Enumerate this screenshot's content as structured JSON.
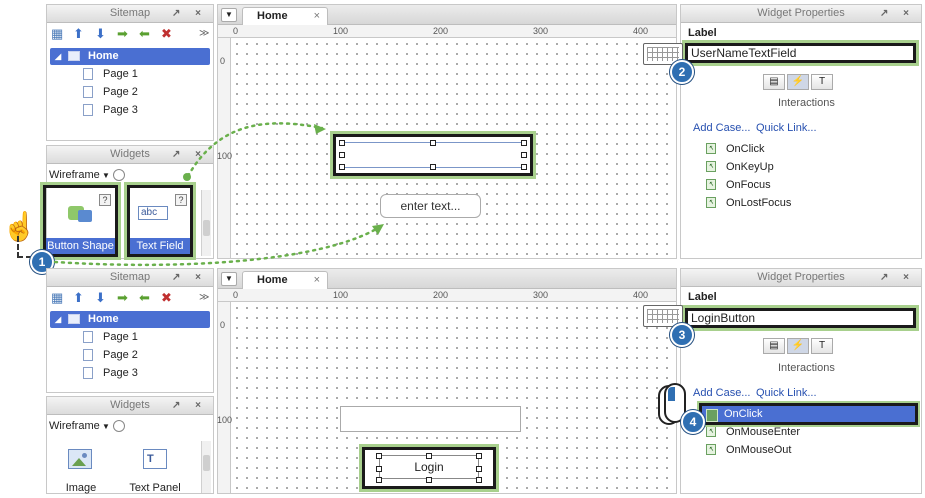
{
  "top": {
    "sitemap": {
      "title": "Sitemap",
      "home": "Home",
      "pages": [
        "Page 1",
        "Page 2",
        "Page 3"
      ]
    },
    "widgets": {
      "title": "Widgets",
      "library": "Wireframe",
      "items": [
        {
          "label": "Button Shape",
          "icon": "button-shape-icon"
        },
        {
          "label": "Text Field",
          "icon": "text-field-icon",
          "icon_text": "abc"
        }
      ]
    },
    "editor": {
      "tab": "Home",
      "ruler_h": [
        "0",
        "100",
        "200",
        "300",
        "400"
      ],
      "ruler_v": [
        "0",
        "100"
      ],
      "textbox_placeholder": "enter text..."
    },
    "properties": {
      "title": "Widget Properties",
      "label_heading": "Label",
      "label_value": "UserNameTextField",
      "interactions_title": "Interactions",
      "add_case": "Add Case...",
      "quick_link": "Quick Link...",
      "events": [
        "OnClick",
        "OnKeyUp",
        "OnFocus",
        "OnLostFocus"
      ]
    },
    "badges": [
      "1",
      "2"
    ]
  },
  "bottom": {
    "sitemap": {
      "title": "Sitemap",
      "home": "Home",
      "pages": [
        "Page 1",
        "Page 2",
        "Page 3"
      ]
    },
    "widgets": {
      "title": "Widgets",
      "library": "Wireframe",
      "items": [
        {
          "label": "Image",
          "icon": "image-icon"
        },
        {
          "label": "Text Panel",
          "icon": "text-panel-icon",
          "icon_text": "T"
        }
      ]
    },
    "editor": {
      "tab": "Home",
      "ruler_h": [
        "0",
        "100",
        "200",
        "300",
        "400"
      ],
      "ruler_v": [
        "0",
        "100"
      ],
      "button_label": "Login"
    },
    "properties": {
      "title": "Widget Properties",
      "label_heading": "Label",
      "label_value": "LoginButton",
      "interactions_title": "Interactions",
      "add_case": "Add Case...",
      "quick_link": "Quick Link...",
      "events": [
        "OnClick",
        "OnMouseEnter",
        "OnMouseOut"
      ],
      "selected_event": "OnClick"
    },
    "badges": [
      "3",
      "4"
    ]
  },
  "colors": {
    "selection_blue": "#4a6fd2",
    "highlight_green": "#a8d08d",
    "badge_blue": "#2f6fb2",
    "dotted_arrow": "#6ab04c"
  },
  "panel_controls": "↗ ×"
}
